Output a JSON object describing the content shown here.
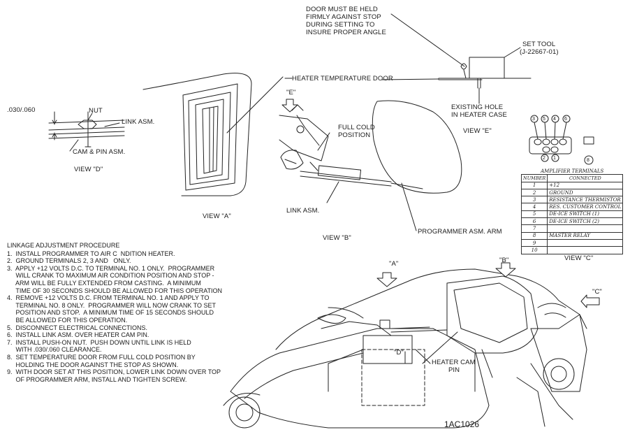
{
  "labels": {
    "door_note": [
      "DOOR MUST BE HELD",
      "FIRMLY AGAINST STOP",
      "DURING SETTING TO",
      "INSURE PROPER ANGLE"
    ],
    "set_tool": "SET TOOL",
    "set_tool_part": "(J-22667-01)",
    "heater_temp_door": "HEATER TEMPERATURE DOOR",
    "existing_hole": [
      "EXISTING HOLE",
      "IN HEATER CASE"
    ],
    "view_e": "VIEW \"E\"",
    "e_callout": "\"E\"",
    "full_cold": [
      "FULL COLD",
      "POSITION"
    ],
    "clearance": ".030/.060",
    "nut": "NUT",
    "link_asm_d": "LINK ASM.",
    "cam_pin_asm": "CAM & PIN ASM.",
    "view_d": "VIEW \"D\"",
    "view_a": "VIEW \"A\"",
    "link_asm": "LINK ASM.",
    "programmer_arm": "PROGRAMMER ASM. ARM",
    "view_b": "VIEW \"B\"",
    "a_callout": "\"A\"",
    "b_callout": "\"B\"",
    "c_callout": "\"C\"",
    "d_callout": "\"D\"",
    "heater_cam_pin": [
      "HEATER CAM",
      "PIN"
    ],
    "view_c": "VIEW \"C\"",
    "figure_code": "1AC1026"
  },
  "terminal_numbers": {
    "top": [
      "3",
      "5",
      "4",
      "6"
    ],
    "bottom": [
      "2",
      "1"
    ],
    "side": "8"
  },
  "amplifier_table": {
    "title": "AMPLIFIER TERMINALS",
    "headers": [
      "NUMBER",
      "CONNECTED"
    ],
    "rows": [
      [
        "1",
        "+12"
      ],
      [
        "2",
        "GROUND"
      ],
      [
        "3",
        "RESISTANCE THERMISTOR"
      ],
      [
        "4",
        "RES. CUSTOMER CONTROL"
      ],
      [
        "5",
        "DE-ICE SWITCH (1)"
      ],
      [
        "6",
        "DE-ICE SWITCH (2)"
      ],
      [
        "7",
        ""
      ],
      [
        "8",
        "MASTER RELAY"
      ],
      [
        "9",
        ""
      ],
      [
        "10",
        ""
      ]
    ]
  },
  "procedure": {
    "title": "LINKAGE ADJUSTMENT PROCEDURE",
    "lines": [
      "1.  INSTALL PROGRAMMER TO AIR C  NDITION HEATER.",
      "2.  GROUND TERMINALS 2, 3 AND   ONLY.",
      "3.  APPLY +12 VOLTS D.C. TO TERMINAL NO. 1 ONLY.  PROGRAMMER",
      "     WILL CRANK TO MAXIMUM AIR CONDITION POSITION AND STOP -",
      "     ARM WILL BE FULLY EXTENDED FROM CASTING.  A MINIMUM",
      "     TIME OF 30 SECONDS SHOULD BE ALLOWED FOR THIS OPERATION",
      "4.  REMOVE +12 VOLTS D.C. FROM TERMINAL NO. 1 AND APPLY TO",
      "     TERMINAL NO. 8 ONLY.  PROGRAMMER WILL NOW CRANK TO SET",
      "     POSITION AND STOP.  A MINIMUM TIME OF 15 SECONDS SHOULD",
      "     BE ALLOWED FOR THIS OPERATION.",
      "5.  DISCONNECT ELECTRICAL CONNECTIONS.",
      "6.  INSTALL LINK ASM. OVER HEATER CAM PIN.",
      "7.  INSTALL PUSH-ON NUT.  PUSH DOWN UNTIL LINK IS HELD",
      "     WITH .030/.060 CLEARANCE.",
      "8.  SET TEMPERATURE DOOR FROM FULL COLD POSITION BY",
      "     HOLDING THE DOOR AGAINST THE STOP AS SHOWN.",
      "9.  WITH DOOR SET AT THIS POSITION, LOWER LINK DOWN OVER TOP",
      "     OF PROGRAMMER ARM, INSTALL AND TIGHTEN SCREW."
    ]
  }
}
